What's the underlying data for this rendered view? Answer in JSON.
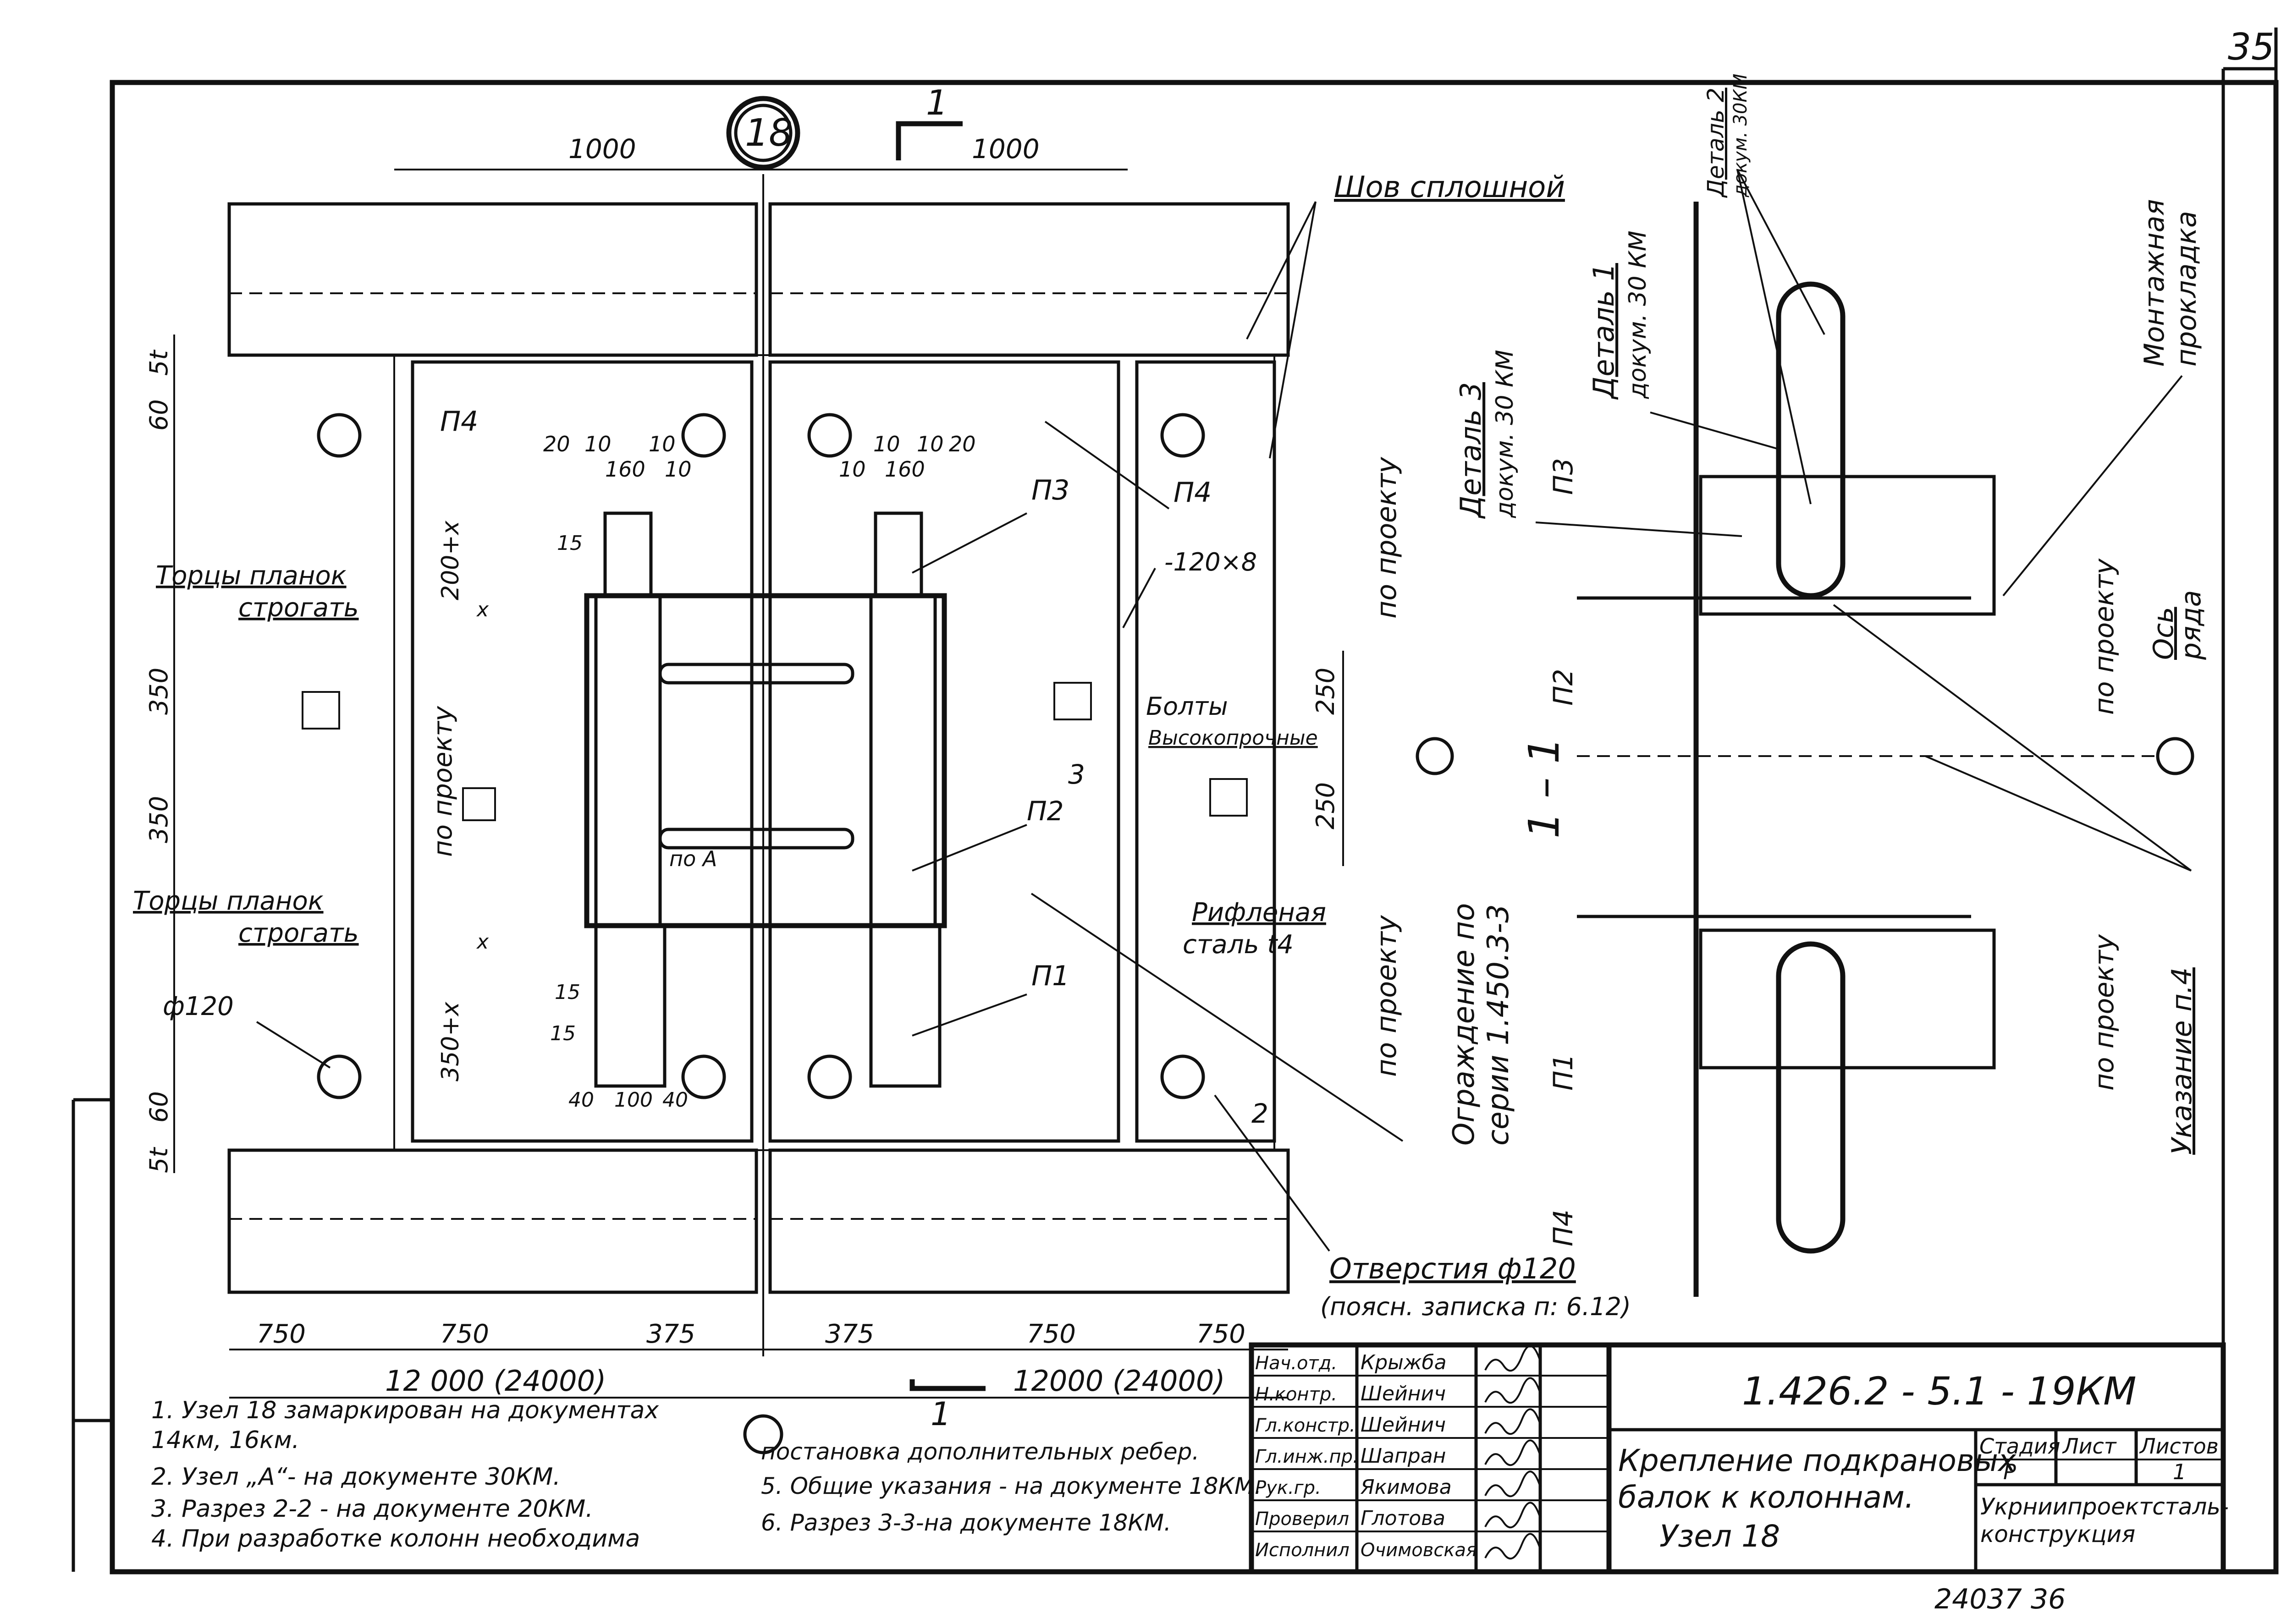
{
  "sheet": {
    "page_number": "35",
    "node_badge": "18",
    "doc_number_stamp": "24037 36"
  },
  "plan": {
    "section_cut_top": "1",
    "section_cut_bottom": "1",
    "dims_top": [
      "1000",
      "1000"
    ],
    "dims_bottom_segments": [
      "750",
      "750",
      "375",
      "375",
      "750",
      "750"
    ],
    "dims_total_left": "12 000 (24000)",
    "dims_total_right": "12000 (24000)",
    "dims_left": [
      "5t",
      "60",
      "350",
      "350",
      "60",
      "5t"
    ],
    "dims_right": [
      "250",
      "250"
    ],
    "small_dims_top": [
      "20",
      "10",
      "10",
      "160",
      "10",
      "10",
      "10",
      "160",
      "10",
      "20"
    ],
    "small_dims_bottom": [
      "40",
      "100",
      "40"
    ],
    "offsets": [
      "200+x",
      "350+x",
      "x",
      "x",
      "15",
      "15",
      "15"
    ],
    "part_labels": [
      "П4",
      "П3",
      "П4",
      "П2",
      "П1"
    ],
    "notes": {
      "seam": "Шов сплошной",
      "ends_top_1": "Торцы планок",
      "ends_top_2": "строгать",
      "ends_bottom_1": "Торцы планок",
      "ends_bottom_2": "строгать",
      "phi": "ф120",
      "bolts_1": "Болты",
      "bolts_2": "Высокопрочные",
      "plate": "-120×8",
      "riffled_1": "Рифленая",
      "riffled_2": "сталь  t4",
      "by_project_left": "по проекту",
      "by_project_mid_top": "по проекту",
      "by_project_mid_bottom": "по проекту",
      "fence_1": "Ограждение по",
      "fence_2": "серии 1.450.3-3",
      "holes_1": "Отверстия ф120",
      "holes_2": "(поясн. записка п: 6.12)",
      "po_a": "по А",
      "cut3": "3",
      "cut2": "2"
    }
  },
  "section": {
    "title": "1 – 1",
    "labels": [
      "П3",
      "П2",
      "П1",
      "П4"
    ],
    "detail3_1": "Деталь 3",
    "detail3_2": "докум. 30 КМ",
    "detail1_1": "Деталь 1",
    "detail1_2": "докум. 30 КМ",
    "detail2_1": "Деталь 2",
    "detail2_2": "докум. 30КМ",
    "mount_1": "Монтажная",
    "mount_2": "прокладка",
    "by_project_top": "по проекту",
    "by_project_bottom": "по проекту",
    "axis_1": "Ось",
    "axis_2": "ряда",
    "instruction": "Указание п.4"
  },
  "notes_list": [
    "1. Узел 18 замаркирован на документах",
    "    14км, 16км.",
    "2. Узел „А“- на документе 30КМ.",
    "3. Разрез 2-2 - на документе 20КМ.",
    "4. При разработке колонн необходима",
    "    постановка дополнительных ребер.",
    "5. Общие указания - на документе 18КМ.",
    "6. Разрез 3-3-на документе 18КМ."
  ],
  "title_block": {
    "code": "1.426.2 - 5.1 - 19КМ",
    "title_line1": "Крепление подкрановых",
    "title_line2": "балок к колоннам.",
    "title_line3": "Узел 18",
    "stage_header": "Стадия",
    "sheet_header": "Лист",
    "sheets_header": "Листов",
    "stage": "Р",
    "sheet": "",
    "sheets": "1",
    "org_line1": "Укрниипроектсталь-",
    "org_line2": "конструкция",
    "signatures": [
      {
        "role": "Нач.отд.",
        "name": "Крыжба"
      },
      {
        "role": "Н.контр.",
        "name": "Шейнич"
      },
      {
        "role": "Гл.констр.",
        "name": "Шейнич"
      },
      {
        "role": "Гл.инж.пр.",
        "name": "Шапран"
      },
      {
        "role": "Рук.гр.",
        "name": "Якимова"
      },
      {
        "role": "Проверил",
        "name": "Глотова"
      },
      {
        "role": "Исполнил",
        "name": "Очимовская"
      }
    ]
  }
}
